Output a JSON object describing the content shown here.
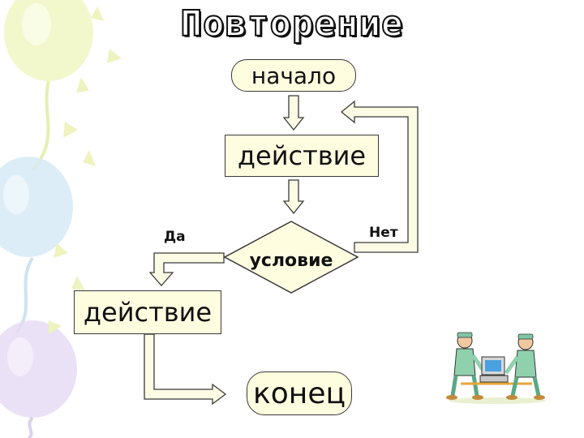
{
  "title": "Повторение",
  "flowchart": {
    "start": "начало",
    "action_top": "действие",
    "condition": "условие",
    "yes_label": "Да",
    "no_label": "Нет",
    "action_bottom": "действие",
    "end": "конец"
  },
  "colors": {
    "block_fill": "#fffde0",
    "block_border": "#3a3a3a",
    "arrow_fill": "#fcfbe4",
    "balloon_yellow": "#f2f6c6",
    "balloon_blue": "#d7eaf6",
    "balloon_violet": "#e6dcf4"
  },
  "icons": [
    "balloons-decoration",
    "doctors-with-computer-clipart"
  ]
}
